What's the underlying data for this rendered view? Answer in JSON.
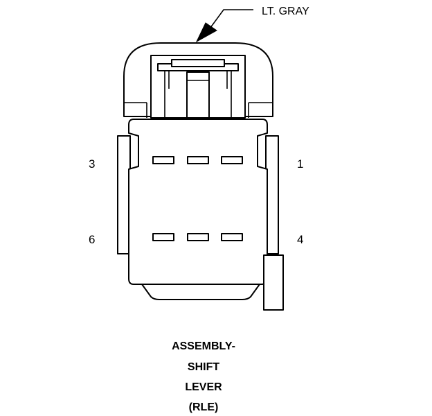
{
  "callout": {
    "label": "LT. GRAY"
  },
  "pins": {
    "top_left": "3",
    "top_right": "1",
    "bottom_left": "6",
    "bottom_right": "4"
  },
  "caption": {
    "line1": "ASSEMBLY-",
    "line2": "SHIFT",
    "line3": "LEVER",
    "line4": "(RLE)"
  },
  "colors": {
    "line": "#000000",
    "background": "#ffffff"
  }
}
